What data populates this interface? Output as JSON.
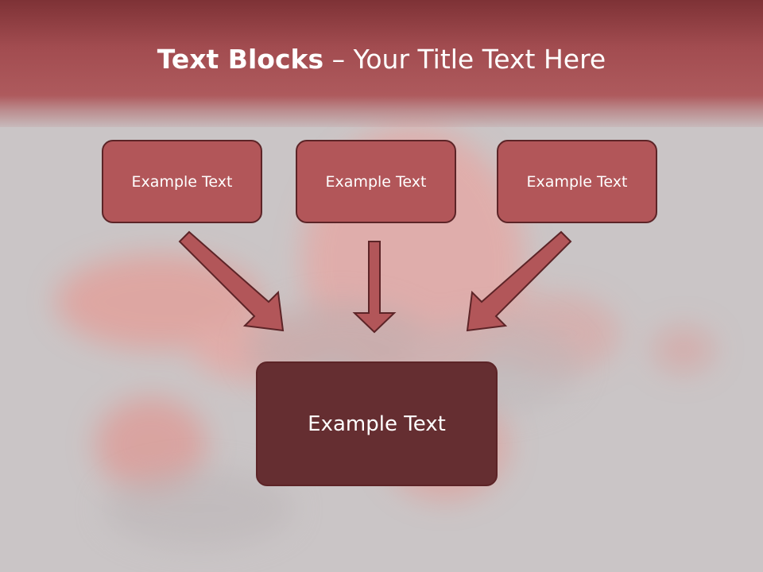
{
  "slide": {
    "title_bold": "Text Blocks",
    "title_dash": " – ",
    "title_rest": "Your Title Text Here"
  },
  "blocks": {
    "top": [
      {
        "label": "Example Text"
      },
      {
        "label": "Example Text"
      },
      {
        "label": "Example Text"
      }
    ],
    "bottom": {
      "label": "Example Text"
    }
  },
  "colors": {
    "header": "#a24c50",
    "box_fill": "#b25659",
    "box_dark": "#652e31",
    "border": "#5c2427",
    "arrow_fill": "#b25659"
  }
}
